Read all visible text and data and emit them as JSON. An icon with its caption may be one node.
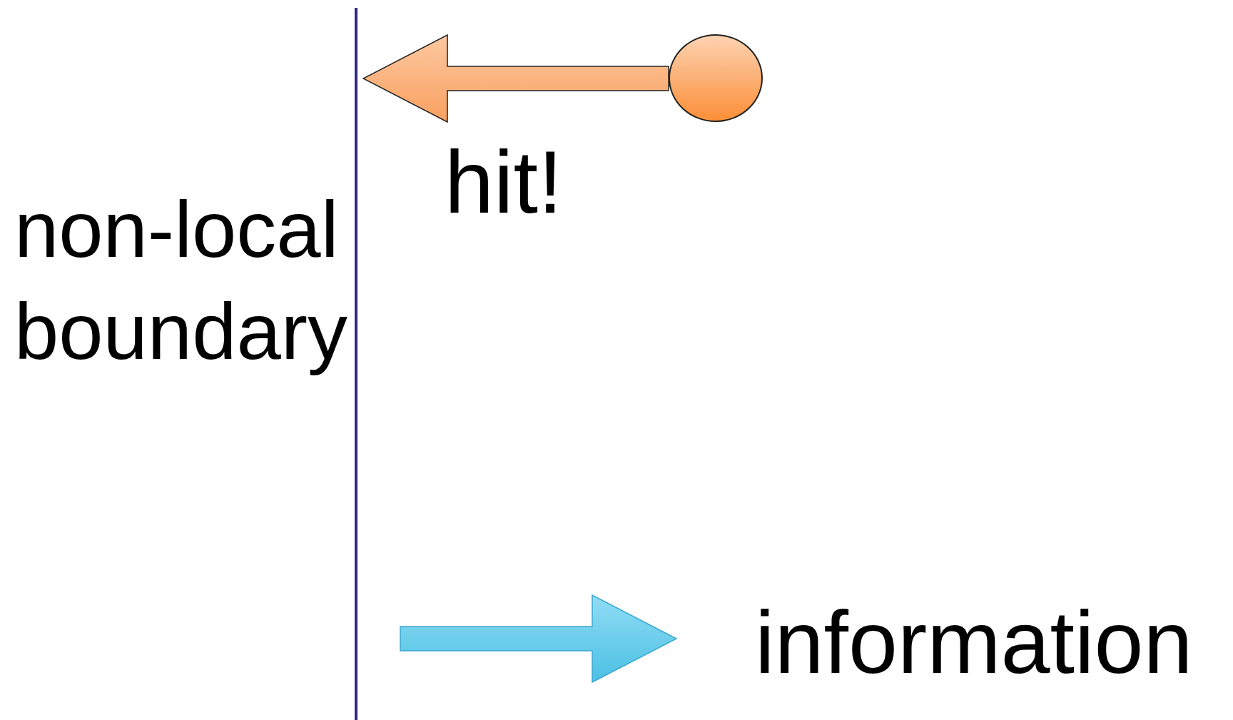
{
  "diagram": {
    "nodes": [
      {
        "text": [
          "non-local boundary"
        ]
      },
      {
        "text": [],
        "shape": "bar"
      },
      {
        "text": [],
        "shape": "circle"
      },
      {
        "text": [
          "information"
        ]
      }
    ],
    "edges": [
      {
        "from": 2,
        "to": 1,
        "arrow": "to",
        "label": "hit!",
        "color": "#f9a060"
      },
      {
        "from": 1,
        "to": 3,
        "arrow": "to",
        "color": "#4cc0e4"
      }
    ]
  }
}
